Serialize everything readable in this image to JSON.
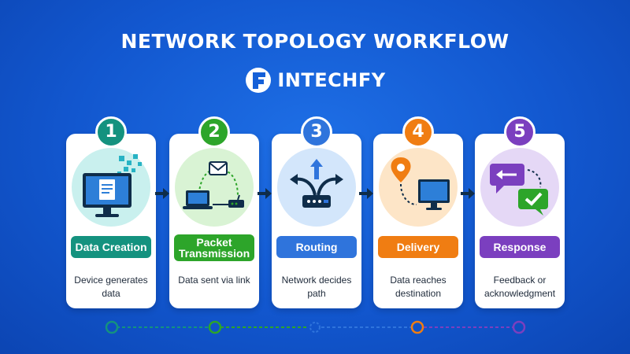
{
  "title": "NETWORK TOPOLOGY WORKFLOW",
  "brand": {
    "name": "INTECHFY",
    "logo_icon": "f-letter-logo-icon"
  },
  "colors": {
    "background": "#1560d8",
    "step1": "#14927f",
    "step2": "#2da52a",
    "step3": "#2f74dc",
    "step4": "#f07d12",
    "step5": "#7b3fbf"
  },
  "steps": [
    {
      "number": "1",
      "label": "Data Creation",
      "description": "Device generates data",
      "icon": "monitor-document-icon"
    },
    {
      "number": "2",
      "label": "Packet Transmission",
      "description": "Data sent via link",
      "icon": "laptop-envelope-router-icon"
    },
    {
      "number": "3",
      "label": "Routing",
      "description": "Network decides path",
      "icon": "router-branch-arrows-icon"
    },
    {
      "number": "4",
      "label": "Delivery",
      "description": "Data reaches destination",
      "icon": "location-pin-monitor-icon"
    },
    {
      "number": "5",
      "label": "Response",
      "description": "Feedback or acknowledgment",
      "icon": "chat-bubbles-check-icon"
    }
  ]
}
